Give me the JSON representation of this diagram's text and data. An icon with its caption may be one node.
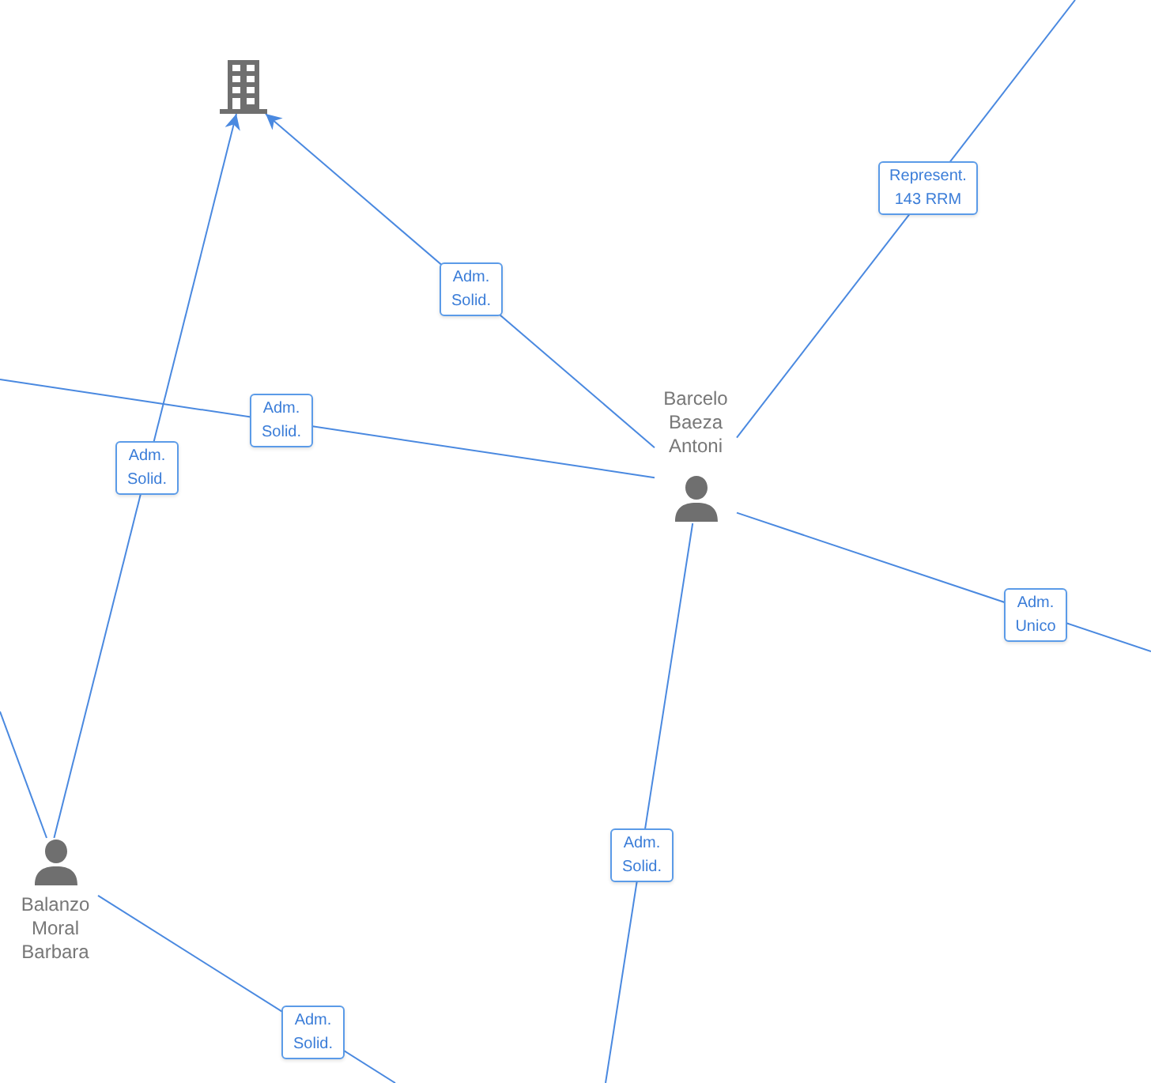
{
  "diagram": {
    "nodes": [
      {
        "text": [],
        "shape": "building"
      },
      {
        "text": [
          "Barcelo Baeza Antoni"
        ]
      },
      {
        "text": [
          "Balanzo Moral Barbara"
        ]
      }
    ],
    "edges": [
      {
        "from": 1,
        "to": 0,
        "arrow": "to",
        "label": "Adm. Solid."
      },
      {
        "from": 2,
        "to": 0,
        "arrow": "to",
        "label": "Adm. Solid."
      },
      {
        "from": 1,
        "to": null,
        "arrow": "none",
        "label": "Adm. Solid."
      },
      {
        "from": 1,
        "to": null,
        "arrow": "none",
        "label": "Represent. 143 RRM"
      },
      {
        "from": 1,
        "to": null,
        "arrow": "none",
        "label": "Adm. Unico"
      },
      {
        "from": 1,
        "to": null,
        "arrow": "none",
        "label": "Adm. Solid."
      },
      {
        "from": 2,
        "to": null,
        "arrow": "none",
        "label": "Adm. Solid."
      },
      {
        "from": 2,
        "to": null,
        "arrow": "none"
      }
    ]
  }
}
